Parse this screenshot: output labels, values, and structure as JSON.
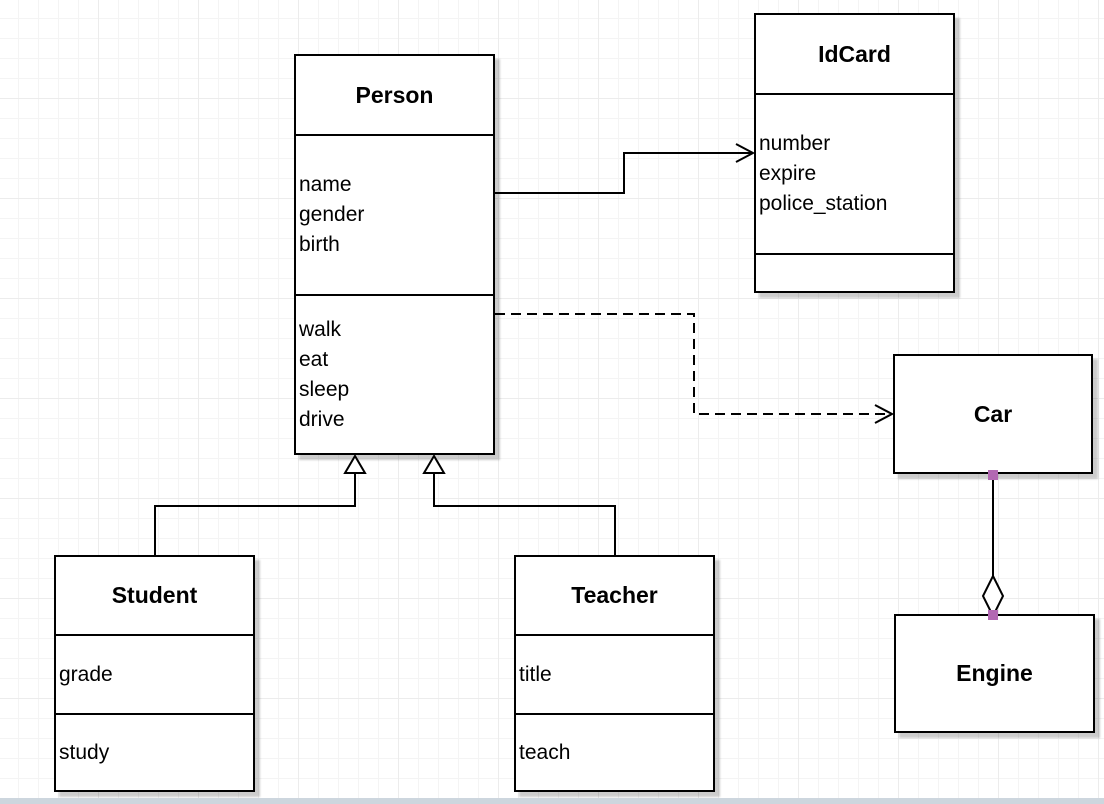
{
  "diagram": {
    "type": "uml-class-diagram",
    "classes": [
      {
        "title": "Person",
        "attributes": [
          "name",
          "gender",
          "birth"
        ],
        "methods": [
          "walk",
          "eat",
          "sleep",
          "drive"
        ]
      },
      {
        "title": "IdCard",
        "attributes": [
          "number",
          "expire",
          "police_station"
        ],
        "methods": []
      },
      {
        "title": "Car",
        "attributes": [],
        "methods": []
      },
      {
        "title": "Engine",
        "attributes": [],
        "methods": []
      },
      {
        "title": "Student",
        "attributes": [
          "grade"
        ],
        "methods": [
          "study"
        ]
      },
      {
        "title": "Teacher",
        "attributes": [
          "title"
        ],
        "methods": [
          "teach"
        ]
      }
    ],
    "relationships": [
      {
        "from": "Person",
        "to": "IdCard",
        "type": "association",
        "line": "solid",
        "arrow": "open"
      },
      {
        "from": "Person",
        "to": "Car",
        "type": "dependency",
        "line": "dashed",
        "arrow": "open"
      },
      {
        "from": "Student",
        "to": "Person",
        "type": "generalization",
        "line": "solid",
        "arrow": "hollow-triangle"
      },
      {
        "from": "Teacher",
        "to": "Person",
        "type": "generalization",
        "line": "solid",
        "arrow": "hollow-triangle"
      },
      {
        "from": "Car",
        "to": "Engine",
        "type": "aggregation",
        "line": "solid",
        "arrow": "hollow-diamond"
      }
    ]
  },
  "colors": {
    "line": "#000000",
    "box_border": "#000000",
    "box_fill": "#ffffff",
    "text": "#000000",
    "connection_handle": "#b268b2",
    "grid_line": "#f1f1f1",
    "background": "#ffffff",
    "bottom_strip": "#cdd6de"
  }
}
